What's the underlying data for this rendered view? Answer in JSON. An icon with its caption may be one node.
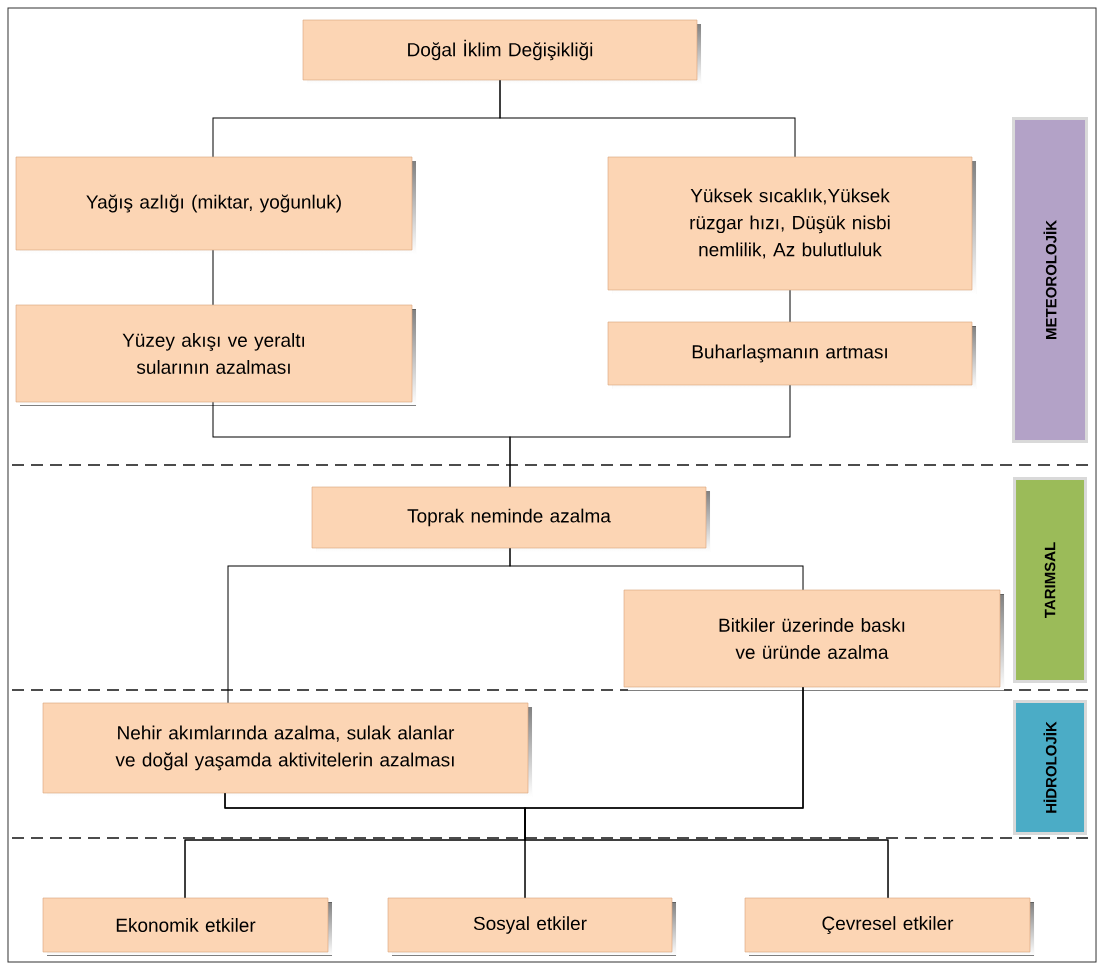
{
  "diagram": {
    "nodes": [
      {
        "text": [
          "Doğal İklim Değişikliği"
        ]
      },
      {
        "text": [
          "Yağış azlığı (miktar, yoğunluk)"
        ]
      },
      {
        "text": [
          "Yüksek sıcaklık,Yüksek rüzgar hızı, Düşük nisbi nemlilik, Az bulutluluk"
        ]
      },
      {
        "text": [
          "Yüzey akışı ve yeraltı sularının azalması"
        ]
      },
      {
        "text": [
          "Buharlaşmanın artması"
        ]
      },
      {
        "text": [
          "Toprak neminde azalma"
        ]
      },
      {
        "text": [
          "Bitkiler üzerinde baskı ve üründe azalma"
        ]
      },
      {
        "text": [
          "Nehir akımlarında azalma, sulak alanlar ve doğal yaşamda aktivitelerin azalması"
        ]
      },
      {
        "text": [
          "Ekonomik etkiler"
        ]
      },
      {
        "text": [
          "Sosyal etkiler"
        ]
      },
      {
        "text": [
          "Çevresel etkiler"
        ]
      },
      {
        "text": [
          "METEOROLOJİK"
        ]
      },
      {
        "text": [
          "TARIMSAL"
        ]
      },
      {
        "text": [
          "HİDROLOJİK"
        ]
      }
    ],
    "edges": [
      {
        "from": 0,
        "to": 1,
        "arrow": "none"
      },
      {
        "from": 0,
        "to": 2,
        "arrow": "none"
      },
      {
        "from": 1,
        "to": 3,
        "arrow": "none"
      },
      {
        "from": 2,
        "to": 4,
        "arrow": "none"
      },
      {
        "from": 3,
        "to": 5,
        "arrow": "none"
      },
      {
        "from": 4,
        "to": 5,
        "arrow": "none"
      },
      {
        "from": 5,
        "to": 7,
        "arrow": "none"
      },
      {
        "from": 5,
        "to": 6,
        "arrow": "none"
      },
      {
        "from": 7,
        "to": 8,
        "arrow": "none"
      },
      {
        "from": 7,
        "to": 9,
        "arrow": "none"
      },
      {
        "from": 7,
        "to": 10,
        "arrow": "none"
      },
      {
        "from": 6,
        "to": 8,
        "arrow": "none"
      },
      {
        "from": 6,
        "to": 9,
        "arrow": "none"
      },
      {
        "from": 6,
        "to": 10,
        "arrow": "none"
      }
    ]
  }
}
